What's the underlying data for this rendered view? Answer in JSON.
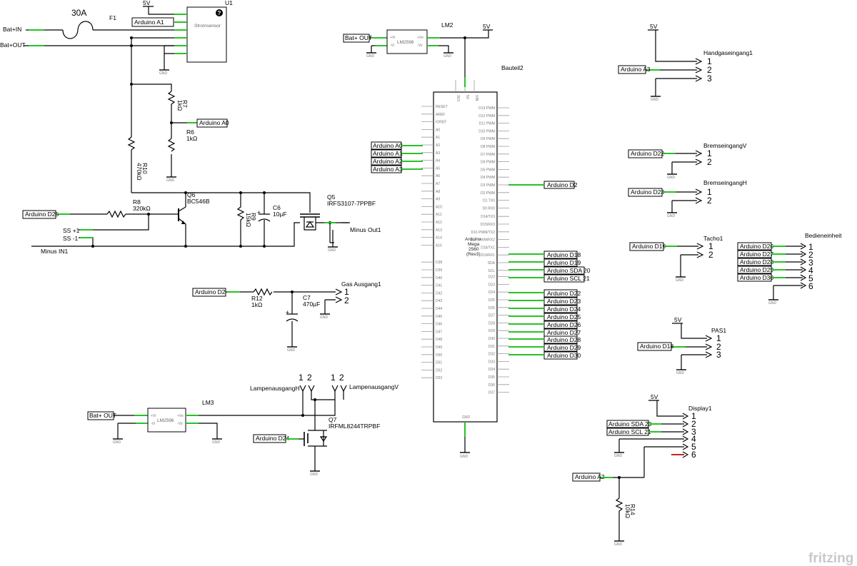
{
  "power": {
    "v5": "5V",
    "gnd": "GND"
  },
  "inputs": {
    "bat_in": "Bat+IN",
    "bat_out": "Bat+OUT",
    "bat_plus_out": "Bat+ OUT",
    "minus_in": "Minus IN1",
    "ss_plus": "SS +1",
    "ss_minus": "SS -1",
    "minus_out": "Minus Out1"
  },
  "fuse": {
    "rating": "30A",
    "ref": "F1"
  },
  "current_sensor": {
    "ref": "U1",
    "name": "Stromsensor",
    "help_icon": "?",
    "signal": "Arduino A1"
  },
  "divider": {
    "r7_ref": "R7",
    "r7_val": "1kΩ",
    "r6_ref": "R6",
    "r6_val": "1kΩ",
    "signal": "Arduino A0",
    "r10_ref": "R10",
    "r10_val": "470kΩ"
  },
  "switch_stage": {
    "q6_ref": "Q6",
    "q6_part": "BC546B",
    "r8_ref": "R8",
    "r8_val": "320kΩ",
    "input": "Arduino D25",
    "r9_ref": "R9",
    "r9_val": "15kΩ",
    "c6_ref": "C6",
    "c6_val": "10µF",
    "q5_ref": "Q5",
    "q5_part": "IRFS3107-7PPBF"
  },
  "gas_output": {
    "input": "Arduino D2",
    "r12_ref": "R12",
    "r12_val": "1kΩ",
    "c7_ref": "C7",
    "c7_val": "470µF",
    "connector": "Gas Ausgang1",
    "pins": [
      "1",
      "2"
    ]
  },
  "regulator_top": {
    "ref": "LM2",
    "part": "LM2596",
    "pin_vi1": "+Vi",
    "pin_vi2": "-Vi",
    "pin_vo1": "+Vo",
    "pin_vo2": "-Vo"
  },
  "regulator_bottom": {
    "ref": "LM3",
    "part": "LM2596"
  },
  "lamp": {
    "connector_h": "LampenausgangH",
    "connector_v": "LampenausgangV",
    "pin1": "1",
    "pin2": "2",
    "q7_ref": "Q7",
    "q7_part": "IRFML8244TRPBF",
    "input": "Arduino D24"
  },
  "arduino": {
    "ref": "Bauteil2",
    "title": [
      "Arduino",
      "Mega",
      "2560",
      "(Rev3)"
    ],
    "top_pins": [
      "3V3",
      "5V",
      "VIN"
    ],
    "left_pins": [
      "RESET",
      "AREF",
      "IOREF",
      "A0",
      "A1",
      "A2",
      "A3",
      "A4",
      "A5",
      "A6",
      "A7",
      "A8",
      "A9",
      "A10",
      "A11",
      "A12",
      "A13",
      "A14",
      "A15",
      "D38",
      "D39",
      "D40",
      "D41",
      "D42",
      "D43",
      "D44",
      "D45",
      "D46",
      "D47",
      "D48",
      "D49",
      "D50",
      "D51",
      "D52",
      "D53"
    ],
    "right_pins": [
      "D13 PWM",
      "D12 PWM",
      "D11 PWM",
      "D10 PWM",
      "D9 PWM",
      "D8 PWM",
      "D7 PWM",
      "D6 PWM",
      "D5 PWM",
      "D4 PWM",
      "D3 PWM",
      "D2 PWM",
      "D1 TX0",
      "D0 RX0",
      "D14/TX3",
      "D15/RX3",
      "D16 PWM/TX2",
      "D17 PWM/RX2",
      "D18/TX1",
      "D19/RX1",
      "SDA",
      "SCL",
      "D22",
      "D23",
      "D24",
      "D25",
      "D26",
      "D27",
      "D28",
      "D29",
      "D30",
      "D31",
      "D32",
      "D33",
      "D34",
      "D35",
      "D36",
      "D37"
    ],
    "bottom_pin": "GND",
    "left_labels": [
      "Arduino A0",
      "Arduino A1",
      "Arduino A2",
      "Arduino A3"
    ],
    "right_labels": {
      "d2": "Arduino D2",
      "d18": "Arduino D18",
      "d19": "Arduino D19",
      "sda": "Arduino SDA 20",
      "scl": "Arduino SCL 21",
      "d22": "Arduino D22",
      "d23": "Arduino D23",
      "d24": "Arduino D24",
      "d25": "Arduino D25",
      "d26": "Arduino D26",
      "d27": "Arduino D27",
      "d28": "Arduino D28",
      "d29": "Arduino D29",
      "d30": "Arduino D30"
    }
  },
  "handgas": {
    "connector": "Handgaseingang1",
    "signal": "Arduino A3",
    "pins": [
      "1",
      "2",
      "3"
    ]
  },
  "brake_v": {
    "connector": "BremseingangV",
    "signal": "Arduino D22",
    "pins": [
      "1",
      "2"
    ]
  },
  "brake_h": {
    "connector": "BremseingangH",
    "signal": "Arduino D23",
    "pins": [
      "1",
      "2"
    ]
  },
  "tacho": {
    "connector": "Tacho1",
    "signal": "Arduino D19",
    "pins": [
      "1",
      "2"
    ]
  },
  "controls": {
    "connector": "Bedieneinheit",
    "signals": [
      "Arduino D26",
      "Arduino D27",
      "Arduino D28",
      "Arduino D29",
      "Arduino D30"
    ],
    "pins": [
      "1",
      "2",
      "3",
      "4",
      "5",
      "6"
    ]
  },
  "pas": {
    "connector": "PAS1",
    "signal": "Arduino D18",
    "pins": [
      "1",
      "2",
      "3"
    ]
  },
  "display": {
    "connector": "Display1",
    "sda": "Arduino SDA 20",
    "scl": "Arduino SCL 21",
    "a2": "Arduino A2",
    "pins": [
      "1",
      "2",
      "3",
      "4",
      "5",
      "6"
    ],
    "r14_ref": "R14",
    "r14_val": "10kΩ"
  },
  "footer": {
    "brand": "fritzing"
  },
  "colors": {
    "wire": "#000000",
    "pin": "#27c227",
    "unconnected": "#cc2222",
    "watermark": "#c9c9c9"
  }
}
